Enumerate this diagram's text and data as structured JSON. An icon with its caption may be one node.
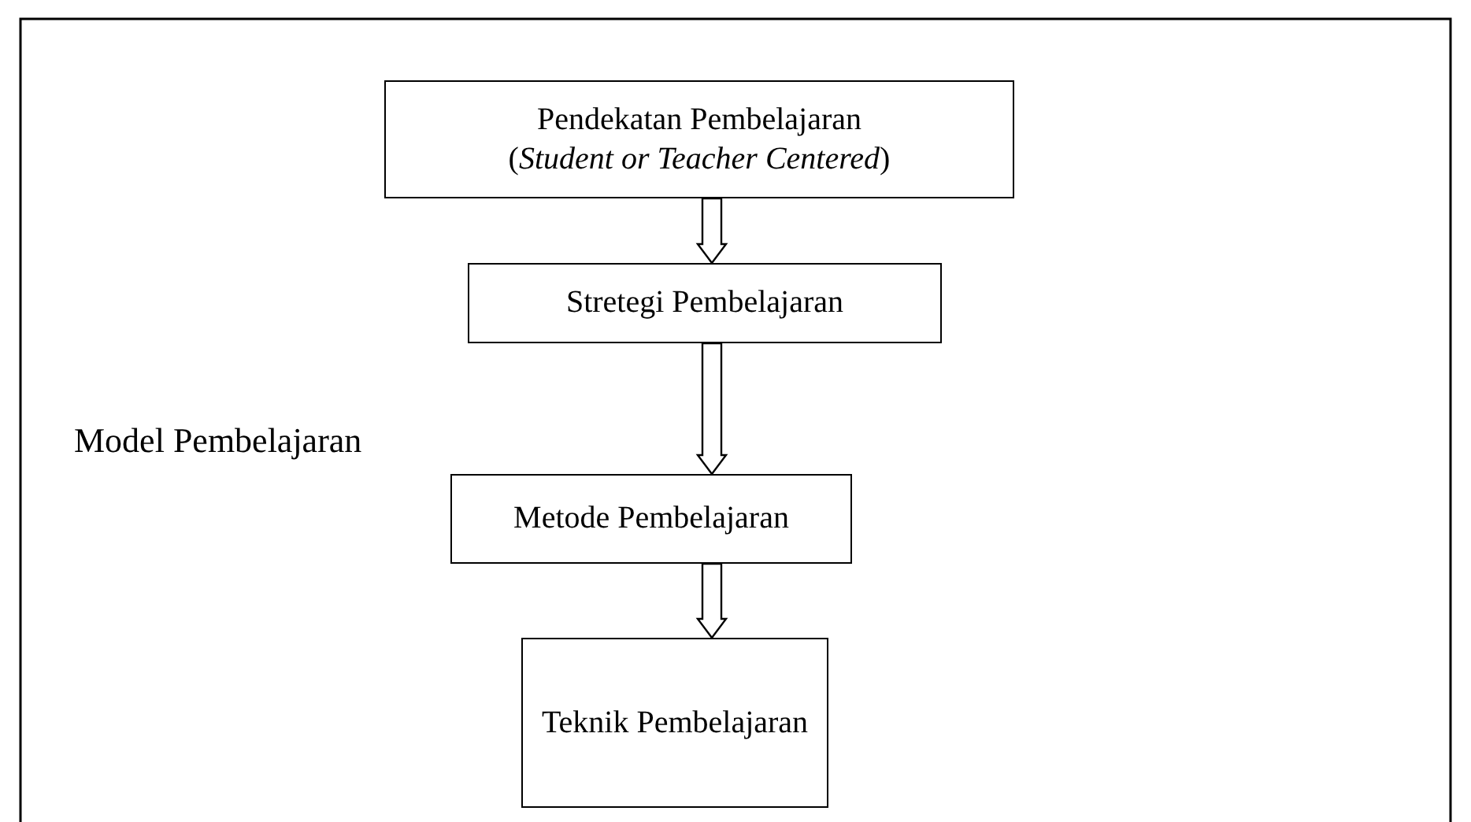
{
  "diagram": {
    "nodes": [
      {
        "text": [
          "Pendekatan Pembelajaran",
          "(*Student or Teacher Centered*)"
        ]
      },
      {
        "text": [
          "Stretegi Pembelajaran"
        ]
      },
      {
        "text": [
          "Metode Pembelajaran"
        ]
      },
      {
        "text": [
          "Teknik Pembelajaran"
        ]
      }
    ],
    "edges": [
      {
        "from": 0,
        "to": 1,
        "arrow": "to"
      },
      {
        "from": 1,
        "to": 2,
        "arrow": "to"
      },
      {
        "from": 2,
        "to": 3,
        "arrow": "to"
      }
    ],
    "labels": [
      "Model Pembelajaran"
    ]
  }
}
